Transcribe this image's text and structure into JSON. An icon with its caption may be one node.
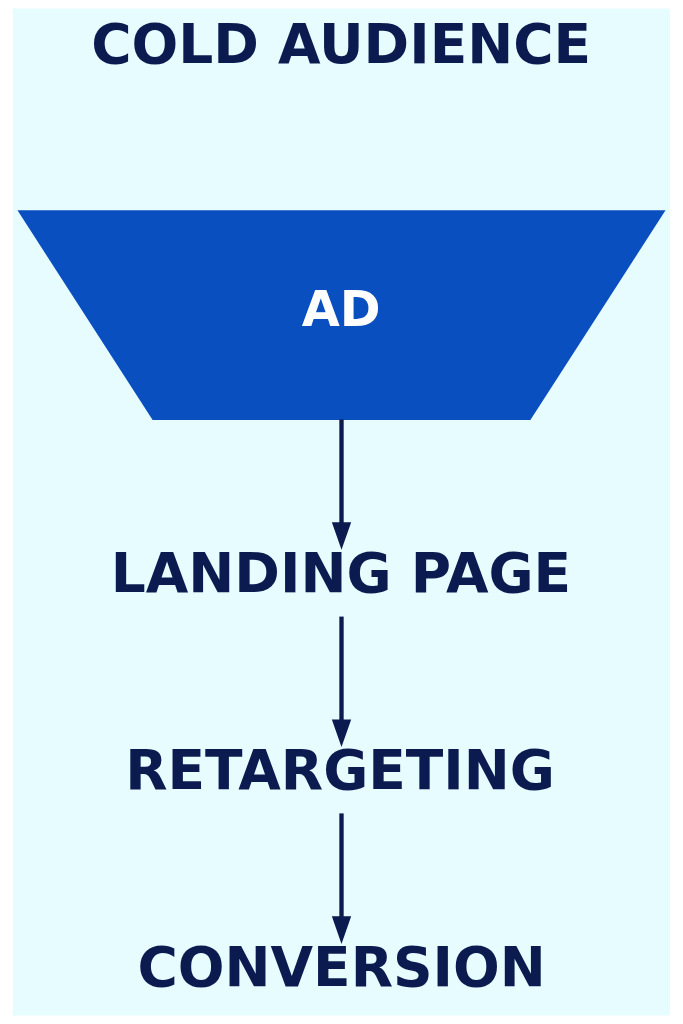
{
  "diagram": {
    "nodes": [
      {
        "text": [
          "COLD AUDIENCE",
          "AD"
        ]
      },
      {
        "text": [
          "LANDING PAGE"
        ]
      },
      {
        "text": [
          "RETARGETING"
        ]
      },
      {
        "text": [
          "CONVERSION"
        ]
      }
    ],
    "edges": [
      {
        "from": 0,
        "to": 1,
        "arrow": "to"
      },
      {
        "from": 1,
        "to": 2,
        "arrow": "to"
      },
      {
        "from": 2,
        "to": 3,
        "arrow": "to"
      }
    ]
  }
}
